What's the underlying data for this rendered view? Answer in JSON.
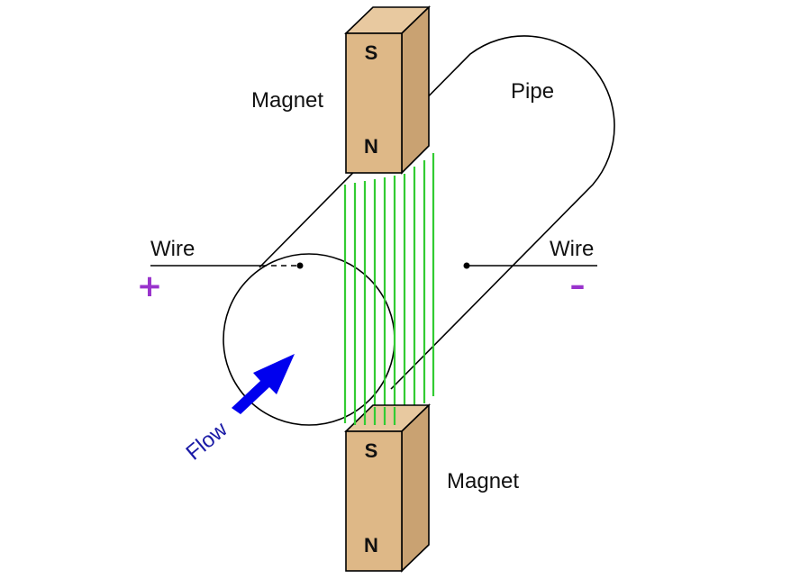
{
  "labels": {
    "magnet_top": "Magnet",
    "magnet_bottom": "Magnet",
    "pipe": "Pipe",
    "wire_left": "Wire",
    "wire_right": "Wire",
    "flow": "Flow"
  },
  "poles": {
    "top_upper": "S",
    "top_lower": "N",
    "bottom_upper": "S",
    "bottom_lower": "N"
  },
  "polarity": {
    "positive": "+",
    "negative": "–"
  },
  "colors": {
    "magnet_front": "#deb887",
    "magnet_side": "#c9a272",
    "magnet_top": "#e8c9a0",
    "field_lines": "#33cc33",
    "flow_arrow": "#0000ee",
    "flow_text": "#1a1aa6",
    "polarity": "#9933cc",
    "outline": "#000000"
  }
}
